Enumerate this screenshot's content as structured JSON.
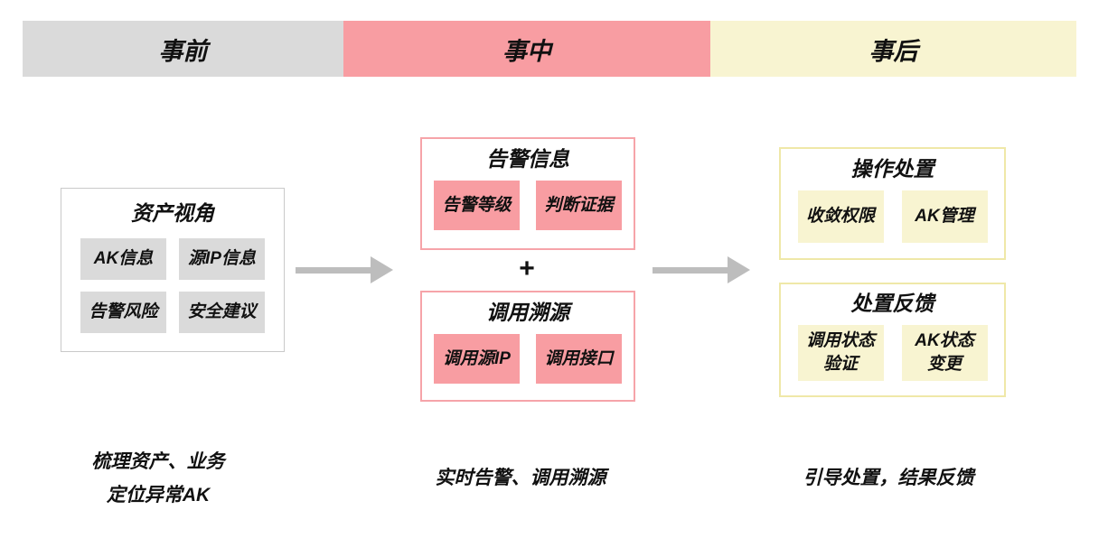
{
  "header": {
    "phases": [
      {
        "label": "事前"
      },
      {
        "label": "事中"
      },
      {
        "label": "事后"
      }
    ]
  },
  "pre": {
    "box_title": "资产视角",
    "chips": [
      "AK信息",
      "源IP信息",
      "告警风险",
      "安全建议"
    ],
    "caption_line1": "梳理资产、业务",
    "caption_line2": "定位异常AK"
  },
  "during": {
    "alert_box": {
      "title": "告警信息",
      "chips": [
        "告警等级",
        "判断证据"
      ]
    },
    "plus": "+",
    "trace_box": {
      "title": "调用溯源",
      "chips": [
        "调用源IP",
        "调用接口"
      ]
    },
    "caption": "实时告警、调用溯源"
  },
  "post": {
    "action_box": {
      "title": "操作处置",
      "chips": [
        "收敛权限",
        "AK管理"
      ]
    },
    "feedback_box": {
      "title": "处置反馈",
      "chips": [
        "调用状态\n验证",
        "AK状态\n变更"
      ]
    },
    "caption": "引导处置，结果反馈"
  },
  "colors": {
    "gray_fill": "#dadada",
    "pink_fill": "#f89da2",
    "yellow_fill": "#f8f4d1",
    "pink_border": "#f6a4a9",
    "yellow_border": "#efe8a8",
    "gray_border": "#c9c9c9",
    "arrow_gray": "#bdbdbd",
    "text": "#111111"
  }
}
